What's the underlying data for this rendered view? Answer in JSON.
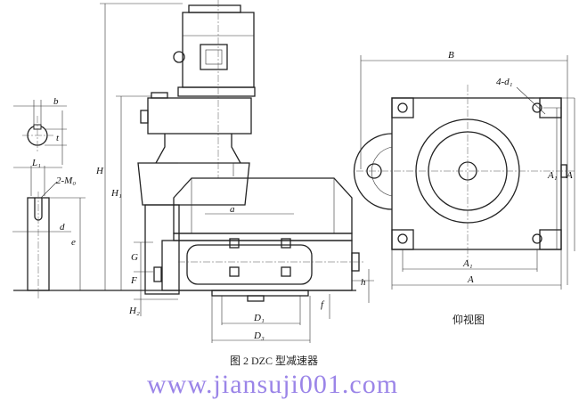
{
  "labels": {
    "b": "b",
    "t": "t",
    "L1": "L₁",
    "M0": "2-M₀",
    "d": "d",
    "e": "e",
    "H": "H",
    "H1": "H₁",
    "G": "G",
    "F": "F",
    "H2": "H₂",
    "a": "a",
    "h": "h",
    "f": "f",
    "D1": "D₁",
    "D3": "D₃",
    "B": "B",
    "d1": "4-d₁",
    "A1_right": "A₁",
    "A_right": "A",
    "A1_bottom": "A₁",
    "A_bottom": "A"
  },
  "view_label": "仰视图",
  "caption": "图 2 DZC 型减速器",
  "watermark": "www.jiansuji001.com",
  "colors": {
    "line": "#222222",
    "watermark": "#9b85e8"
  }
}
